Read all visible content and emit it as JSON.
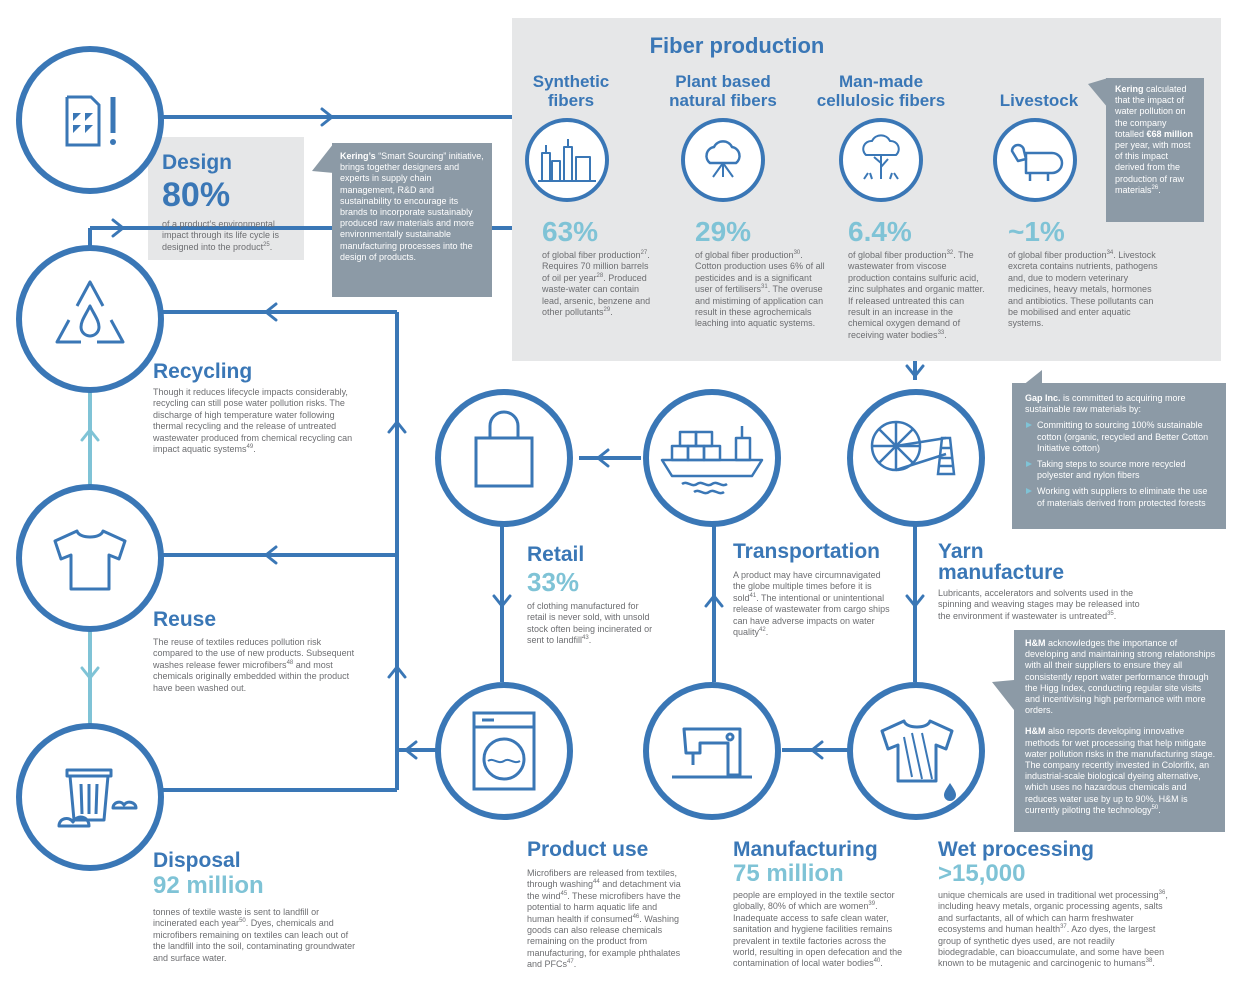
{
  "colors": {
    "primary": "#3a77b6",
    "light": "#7fc3d6",
    "panel": "#e6e7e8",
    "note": "#8c9aa6",
    "text": "#6d6e71"
  },
  "fiber_production": {
    "title": "Fiber production",
    "columns": [
      {
        "title_l1": "Synthetic",
        "title_l2": "fibers",
        "icon": "factory-icon",
        "stat": "63%",
        "text": [
          {
            "t": "of global fiber production",
            "s": "27"
          },
          {
            "t": ". Requires 70 million barrels of oil per year",
            "s": "28"
          },
          {
            "t": ". Produced waste-water can contain lead, arsenic, benzene and other pollutants",
            "s": "29"
          },
          {
            "t": ".",
            "s": ""
          }
        ]
      },
      {
        "title_l1": "Plant based",
        "title_l2": "natural fibers",
        "icon": "cotton-icon",
        "stat": "29%",
        "text": [
          {
            "t": "of global fiber production",
            "s": "30"
          },
          {
            "t": ". Cotton production uses 6% of all pesticides and is a significant user of fertilisers",
            "s": "31"
          },
          {
            "t": ". The overuse and mistiming of application can result in these agrochemicals leaching into aquatic systems.",
            "s": ""
          }
        ]
      },
      {
        "title_l1": "Man-made",
        "title_l2": "cellulosic fibers",
        "icon": "tree-icon",
        "stat": "6.4%",
        "text": [
          {
            "t": "of global fiber production",
            "s": "32"
          },
          {
            "t": ". The wastewater from viscose production contains sulfuric acid, zinc sulphates and organic matter. If released untreated this can result in an increase in the chemical oxygen demand of receiving water bodies",
            "s": "33"
          },
          {
            "t": ".",
            "s": ""
          }
        ]
      },
      {
        "title_l1": "",
        "title_l2": "Livestock",
        "icon": "sheep-icon",
        "stat": "~1%",
        "text": [
          {
            "t": "of global fiber production",
            "s": "34"
          },
          {
            "t": ". Livestock excreta contains nutrients, pathogens and, due to modern veterinary medicines, heavy metals, hormones and antibiotics. These pollutants can be mobilised and enter aquatic systems.",
            "s": ""
          }
        ]
      }
    ]
  },
  "kering_note": {
    "bold": "Kering",
    "a": " calculated that the impact of water pollution on the company totalled ",
    "bold2": "€68 million",
    "b": " per year, with most of this impact derived from the production of raw materials",
    "sup": "26",
    "c": "."
  },
  "smart_note": {
    "bold": "Kering’s",
    "a": " “Smart Sourcing” initiative, brings together designers and experts in supply chain management, R&D and sustainability to encourage its brands to incorporate sustainably produced raw materials and more environmentally sustainable manufacturing processes into the design of products."
  },
  "gap_note": {
    "bold": "Gap Inc.",
    "a": " is committed to acquiring more sustainable raw materials by:",
    "bullets": [
      "Committing to sourcing 100% sustainable cotton (organic, recycled and Better Cotton Initiative cotton)",
      "Taking steps to source more recycled polyester and nylon fibers",
      "Working with suppliers to eliminate the use of materials derived from protected forests"
    ]
  },
  "hm_note": {
    "p1_bold": "H&M",
    "p1": " acknowledges the importance of developing and maintaining strong relationships with all their suppliers to ensure they all consistently report water performance through the Higg Index, conducting regular site visits and incentivising high performance with more orders.",
    "p2_bold": "H&M",
    "p2": " also reports developing innovative methods for wet processing that help mitigate water pollution risks in the manufacturing stage. The company recently invested in Colorifix, an industrial-scale biological dyeing alternative, which uses no hazardous chemicals and reduces water use by up to 90%. H&M is currently piloting the technology",
    "p2_sup": "50",
    "p2_end": "."
  },
  "stages": {
    "design": {
      "title": "Design",
      "stat": "80%",
      "icon": "design-document-icon",
      "text": [
        {
          "t": "of a product’s environmental impact through its life cycle is designed into the product",
          "s": "25"
        },
        {
          "t": ".",
          "s": ""
        }
      ]
    },
    "recycling": {
      "title": "Recycling",
      "icon": "recycle-icon",
      "text": [
        {
          "t": "Though it reduces lifecycle impacts considerably, recycling can still pose water pollution risks. The discharge of high temperature water following thermal recycling and the release of untreated wastewater produced from chemical recycling can impact aquatic systems",
          "s": "49"
        },
        {
          "t": ".",
          "s": ""
        }
      ]
    },
    "reuse": {
      "title": "Reuse",
      "icon": "tshirt-icon",
      "text": [
        {
          "t": "The reuse of textiles reduces pollution risk compared to the use of new products. Subsequent washes release fewer microfibers",
          "s": "48"
        },
        {
          "t": " and most chemicals originally embedded within the product have been washed out.",
          "s": ""
        }
      ]
    },
    "disposal": {
      "title": "Disposal",
      "stat": "92 million",
      "icon": "trash-can-icon",
      "text": [
        {
          "t": "tonnes of textile waste is sent to landfill or incinerated each year",
          "s": "50"
        },
        {
          "t": ". Dyes, chemicals and microfibers remaining on textiles can leach out of the landfill into the soil, contaminating groundwater and surface water.",
          "s": ""
        }
      ]
    },
    "retail": {
      "title": "Retail",
      "stat": "33%",
      "icon": "shopping-bag-icon",
      "text": [
        {
          "t": "of clothing manufactured for retail is never sold, with unsold stock often being incinerated or sent to landfill",
          "s": "43"
        },
        {
          "t": ".",
          "s": ""
        }
      ]
    },
    "transportation": {
      "title": "Transportation",
      "icon": "cargo-ship-icon",
      "text": [
        {
          "t": "A product may have circumnavigated the globe multiple times before it is sold",
          "s": "41"
        },
        {
          "t": ". The intentional or unintentional release of wastewater from cargo ships can have adverse impacts on water quality",
          "s": "42"
        },
        {
          "t": ".",
          "s": ""
        }
      ]
    },
    "yarn": {
      "title_l1": "Yarn",
      "title_l2": "manufacture",
      "icon": "spinning-wheel-icon",
      "text": [
        {
          "t": "Lubricants, accelerators and solvents used in the spinning and weaving stages may be released into the environment if wastewater is untreated",
          "s": "35"
        },
        {
          "t": ".",
          "s": ""
        }
      ]
    },
    "product_use": {
      "title": "Product use",
      "icon": "washing-machine-icon",
      "text": [
        {
          "t": "Microfibers are released from textiles, through washing",
          "s": "44"
        },
        {
          "t": " and detachment via the wind",
          "s": "45"
        },
        {
          "t": ". These microfibers have the potential to harm aquatic life and human health if consumed",
          "s": "46"
        },
        {
          "t": ". Washing goods can also release chemicals remaining on the product from manufacturing, for example phthalates and PFCs",
          "s": "47"
        },
        {
          "t": ".",
          "s": ""
        }
      ]
    },
    "manufacturing": {
      "title": "Manufacturing",
      "stat": "75 million",
      "icon": "sewing-machine-icon",
      "text": [
        {
          "t": "people are employed in the textile sector globally, 80% of which are women",
          "s": "39"
        },
        {
          "t": ". Inadequate access to safe clean water, sanitation and hygiene facilities remains prevalent in textile factories across the world, resulting in open defecation and the contamination of local water bodies",
          "s": "40"
        },
        {
          "t": ".",
          "s": ""
        }
      ]
    },
    "wet": {
      "title": "Wet processing",
      "stat": ">15,000",
      "icon": "dyed-shirt-icon",
      "text": [
        {
          "t": "unique chemicals are used in traditional wet processing",
          "s": "36"
        },
        {
          "t": ", including heavy metals, organic processing agents, salts and surfactants, all of which can harm freshwater ecosystems and human health",
          "s": "37"
        },
        {
          "t": ". Azo dyes, the largest group of synthetic dyes used, are not readily biodegradable, can bioaccumulate, and some have been known to be mutagenic and carcinogenic to humans",
          "s": "38"
        },
        {
          "t": ".",
          "s": ""
        }
      ]
    }
  }
}
